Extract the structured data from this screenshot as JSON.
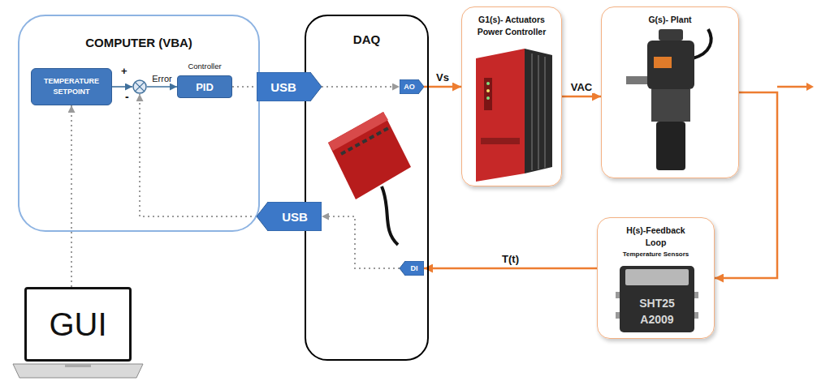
{
  "diagram": {
    "nodes": [
      {
        "text": [
          "COMPUTER (VBA)"
        ]
      },
      {
        "text": [
          "TEMPERATURE SETPOINT"
        ],
        "in": 0
      },
      {
        "text": [
          "+",
          "-"
        ],
        "in": 0
      },
      {
        "text": [
          "Controller",
          "PID"
        ],
        "in": 0
      },
      {
        "text": [
          "USB"
        ]
      },
      {
        "text": [
          "USB"
        ]
      },
      {
        "text": [
          "DAQ"
        ]
      },
      {
        "text": [
          "AO"
        ],
        "in": 6
      },
      {
        "text": [
          "DI"
        ],
        "in": 6
      },
      {
        "text": [
          "G1(s)- Actuators Power Controller"
        ]
      },
      {
        "text": [
          "G(s)- Plant"
        ]
      },
      {
        "text": [
          "H(s)-Feedback Loop",
          "Temperature Sensors"
        ]
      },
      {
        "text": [
          "GUI"
        ]
      }
    ],
    "edges": [
      {
        "from": 1,
        "to": 2,
        "arrow": "to"
      },
      {
        "from": 2,
        "to": 3,
        "label": "Error",
        "arrow": "to"
      },
      {
        "from": 3,
        "to": 4,
        "arrow": "none"
      },
      {
        "from": 4,
        "to": 7,
        "arrow": "to"
      },
      {
        "from": 7,
        "to": 9,
        "label": "Vs",
        "arrow": "to"
      },
      {
        "from": 9,
        "to": 10,
        "label": "VAC",
        "arrow": "to"
      },
      {
        "from": 10,
        "to": 11,
        "arrow": "to"
      },
      {
        "from": 11,
        "to": 8,
        "label": "T(t)",
        "arrow": "to"
      },
      {
        "from": 8,
        "to": 5,
        "arrow": "to"
      },
      {
        "from": 5,
        "to": 2,
        "arrow": "to"
      },
      {
        "from": 12,
        "to": 1,
        "arrow": "to"
      }
    ],
    "labels": [
      "SHT25",
      "A2009"
    ]
  }
}
